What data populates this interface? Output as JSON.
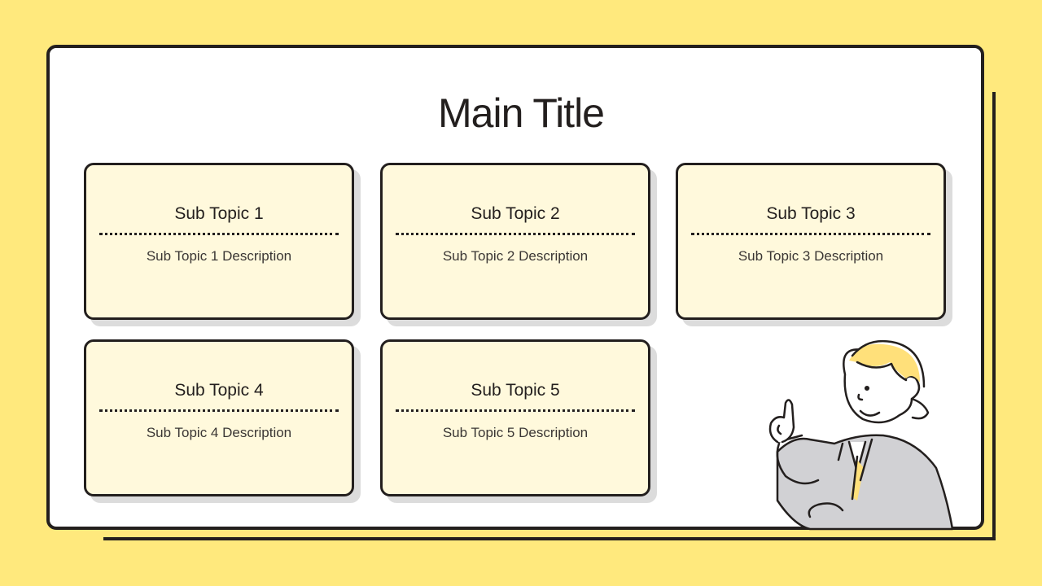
{
  "slide": {
    "title": "Main Title",
    "background_color": "#FFE97D",
    "card_color": "#FFF9DC",
    "cards": [
      {
        "title": "Sub Topic 1",
        "description": "Sub Topic 1 Description"
      },
      {
        "title": "Sub Topic 2",
        "description": "Sub Topic 2 Description"
      },
      {
        "title": "Sub Topic 3",
        "description": "Sub Topic 3 Description"
      },
      {
        "title": "Sub Topic 4",
        "description": "Sub Topic 4 Description"
      },
      {
        "title": "Sub Topic 5",
        "description": "Sub Topic 5 Description"
      }
    ],
    "illustration": "businessman-pointing-up-icon"
  }
}
